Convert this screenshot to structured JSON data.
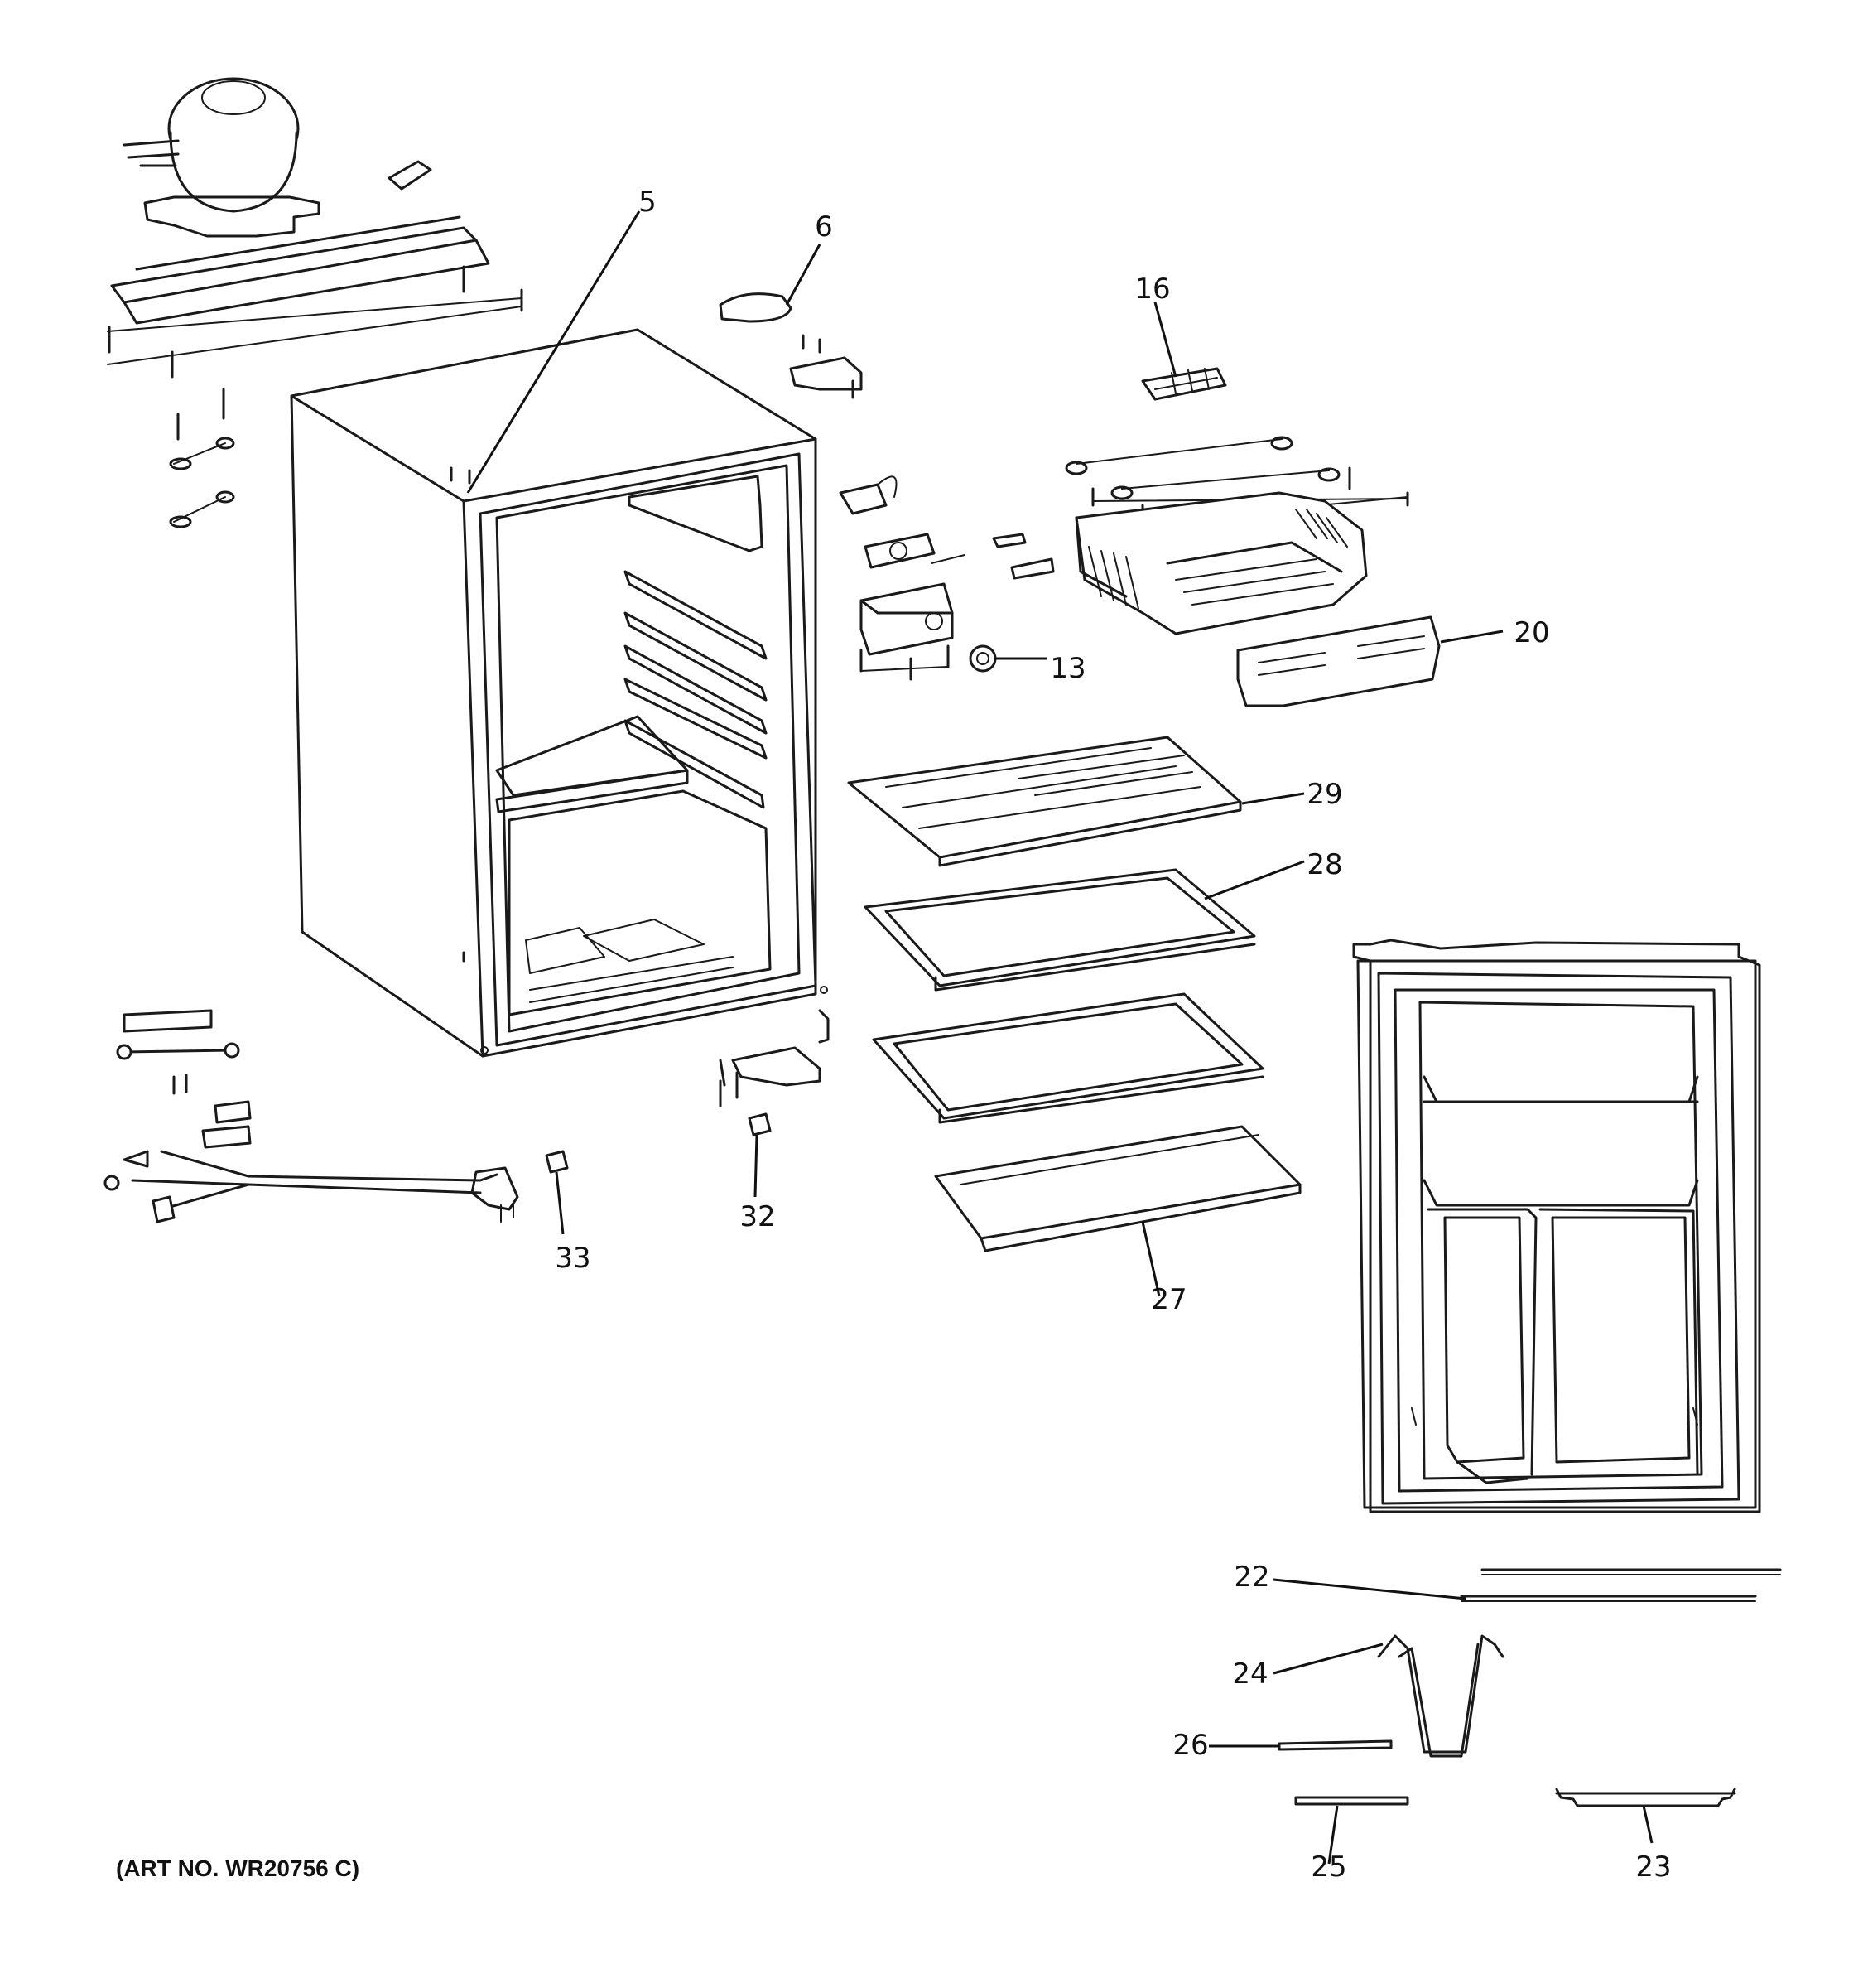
{
  "callouts": [
    {
      "id": "5",
      "label": "5"
    },
    {
      "id": "6",
      "label": "6"
    },
    {
      "id": "13",
      "label": "13"
    },
    {
      "id": "16",
      "label": "16"
    },
    {
      "id": "20",
      "label": "20"
    },
    {
      "id": "22",
      "label": "22"
    },
    {
      "id": "23",
      "label": "23"
    },
    {
      "id": "24",
      "label": "24"
    },
    {
      "id": "25",
      "label": "25"
    },
    {
      "id": "26",
      "label": "26"
    },
    {
      "id": "27",
      "label": "27"
    },
    {
      "id": "28",
      "label": "28"
    },
    {
      "id": "29",
      "label": "29"
    },
    {
      "id": "32",
      "label": "32"
    },
    {
      "id": "33",
      "label": "33"
    }
  ],
  "art_number": "(ART NO. WR20756 C)"
}
